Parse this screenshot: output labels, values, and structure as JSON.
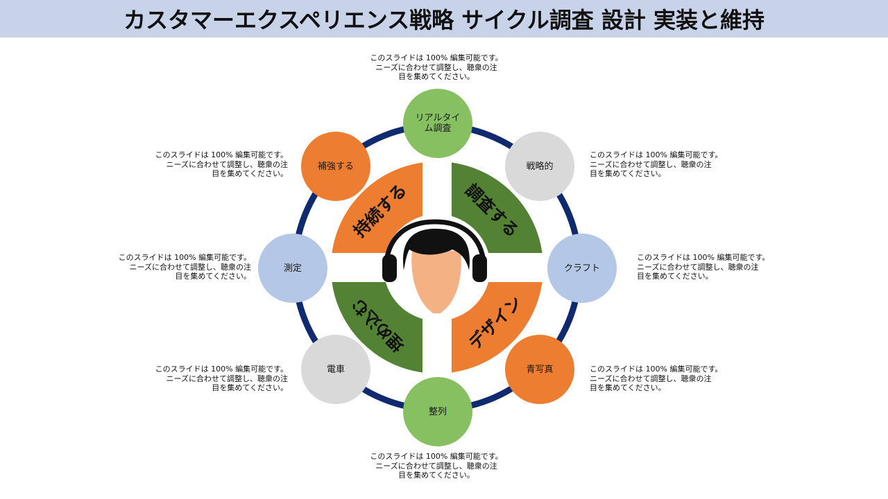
{
  "title": "カスタマーエクスペリエンス戦略 サイクル調査 設計 実装と維持",
  "colors": {
    "title_bg": "#c8d3ea",
    "ring": "#0f2a6e",
    "green": "#86c061",
    "grey": "#d9d9d9",
    "light_blue": "#b4c7e7",
    "orange": "#ed7d31",
    "dark_green": "#548235",
    "skin": "#f4b183",
    "hair": "#111111"
  },
  "quadrants": [
    {
      "label": "調査する",
      "color": "#548235"
    },
    {
      "label": "デザイン",
      "color": "#ed7d31"
    },
    {
      "label": "埋め込む",
      "color": "#548235"
    },
    {
      "label": "持続する",
      "color": "#ed7d31"
    }
  ],
  "center_icon": "person-with-headset-icon",
  "nodes": [
    {
      "label": "リアルタイム調査",
      "color": "#86c061",
      "note": [
        "このスライドは 100% 編集可能です。",
        "ニーズに合わせて調整し、聴衆の注",
        "目を集めてください。"
      ]
    },
    {
      "label": "戦略的",
      "color": "#d9d9d9",
      "note": [
        "このスライドは 100% 編集可能です。",
        "ニーズに合わせて調整し、聴衆の注",
        "目を集めてください。"
      ]
    },
    {
      "label": "クラフト",
      "color": "#b4c7e7",
      "note": [
        "このスライドは 100% 編集可能です。",
        "ニーズに合わせて調整し、聴衆の注",
        "目を集めてください。"
      ]
    },
    {
      "label": "青写真",
      "color": "#ed7d31",
      "note": [
        "このスライドは 100% 編集可能です。",
        "ニーズに合わせて調整し、聴衆の注",
        "目を集めてください。"
      ]
    },
    {
      "label": "整列",
      "color": "#86c061",
      "note": [
        "このスライドは 100% 編集可能です。",
        "ニーズに合わせて調整し、聴衆の注",
        "目を集めてください。"
      ]
    },
    {
      "label": "電車",
      "color": "#d9d9d9",
      "note": [
        "このスライドは 100% 編集可能です。",
        "ニーズに合わせて調整し、聴衆の注",
        "目を集めてください。"
      ]
    },
    {
      "label": "測定",
      "color": "#b4c7e7",
      "note": [
        "このスライドは 100% 編集可能です。",
        "ニーズに合わせて調整し、聴衆の注",
        "目を集めてください。"
      ]
    },
    {
      "label": "補強する",
      "color": "#ed7d31",
      "note": [
        "このスライドは 100% 編集可能です。",
        "ニーズに合わせて調整し、聴衆の注",
        "目を集めてください。"
      ]
    }
  ]
}
